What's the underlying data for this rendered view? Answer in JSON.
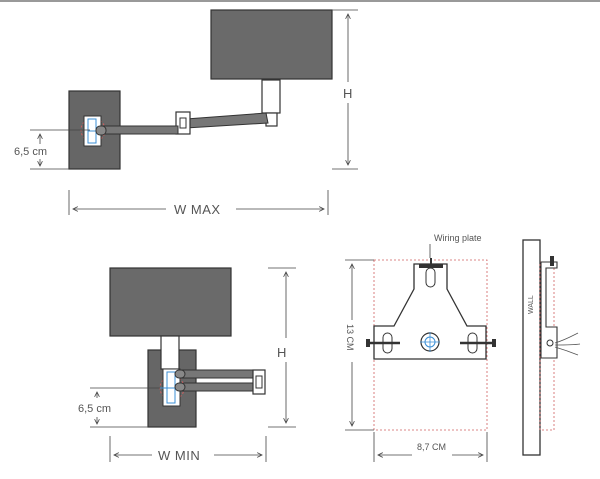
{
  "labels": {
    "height_top": "H",
    "wmax": "W MAX",
    "offset_top": "6,5 cm",
    "height_bottom": "H",
    "wmin": "W MIN",
    "offset_bottom": "6,5 cm",
    "wiring_plate": "Wiring plate",
    "plate_height": "13 CM",
    "plate_width": "8,7 CM",
    "wall": "WALL"
  },
  "colors": {
    "shade_fill": "#6a6a6a",
    "base_fill": "#666666",
    "arm_fill": "#777777",
    "line": "#333333",
    "dim_line": "#555555",
    "accent_blue": "#3b8fd6",
    "accent_red": "#d04848",
    "dotted_red": "#d06060"
  }
}
